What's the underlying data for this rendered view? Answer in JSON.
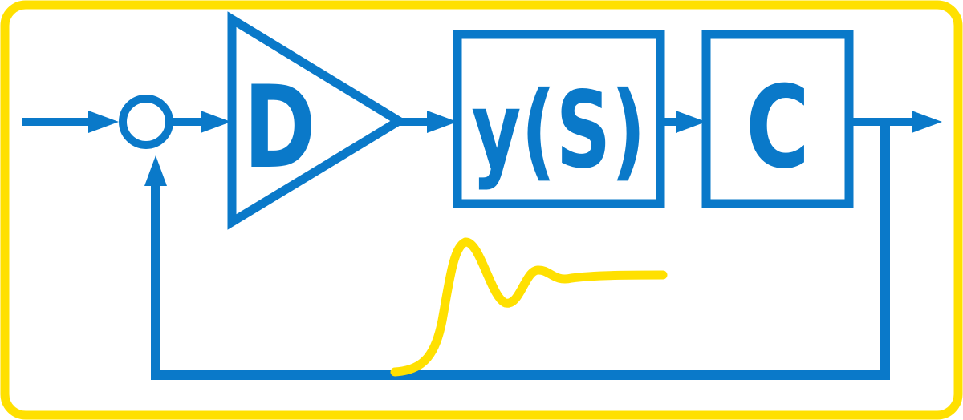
{
  "diagram": {
    "blocks": {
      "gain_label": "D",
      "plant_label": "y(S)",
      "output_block_label": "C"
    },
    "colors": {
      "frame": "#ffe000",
      "lines": "#0a79c9",
      "response_curve": "#ffe000",
      "background": "#ffffff"
    }
  }
}
